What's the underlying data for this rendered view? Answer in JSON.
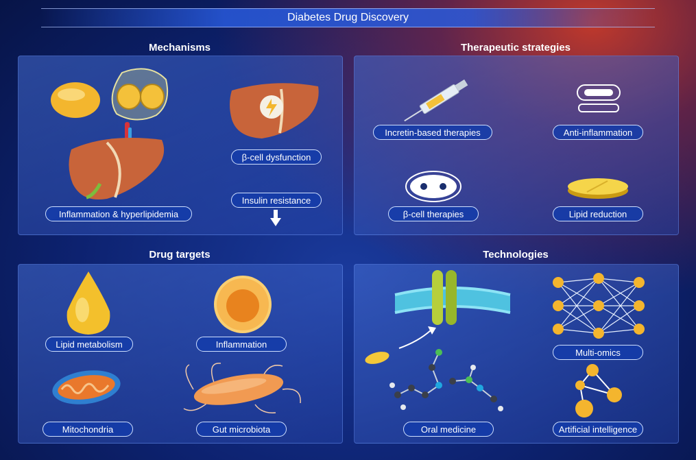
{
  "title": "Diabetes Drug Discovery",
  "sections": {
    "mechanisms": {
      "title": "Mechanisms",
      "labels": [
        "Inflammation & hyperlipidemia",
        "β-cell dysfunction",
        "Insulin resistance"
      ]
    },
    "therapeutic": {
      "title": "Therapeutic strategies",
      "labels": [
        "Incretin-based therapies",
        "Anti-inflammation",
        "β-cell therapies",
        "Lipid reduction"
      ]
    },
    "drug_targets": {
      "title": "Drug targets",
      "labels": [
        "Lipid metabolism",
        "Inflammation",
        "Mitochondria",
        "Gut microbiota"
      ]
    },
    "technologies": {
      "title": "Technologies",
      "labels": [
        "Multi-omics",
        "Oral medicine",
        "Artificial intelligence"
      ]
    }
  },
  "icons": [
    "fat-cell-icon",
    "islet-icon",
    "liver-icon",
    "lightning-icon",
    "syringe-icon",
    "capsule-icon",
    "islet-cell-icon",
    "tablet-icon",
    "lipid-droplet-icon",
    "immune-cell-icon",
    "mitochondrion-icon",
    "bacterium-icon",
    "membrane-receptor-icon",
    "molecule-icon",
    "network-icon",
    "ai-graph-icon"
  ],
  "colors": {
    "background": "#0d2270",
    "panel": "#4a6ed2",
    "label_border": "#cfe0ff",
    "accent_orange": "#e8803a",
    "accent_yellow": "#f5c33b"
  }
}
